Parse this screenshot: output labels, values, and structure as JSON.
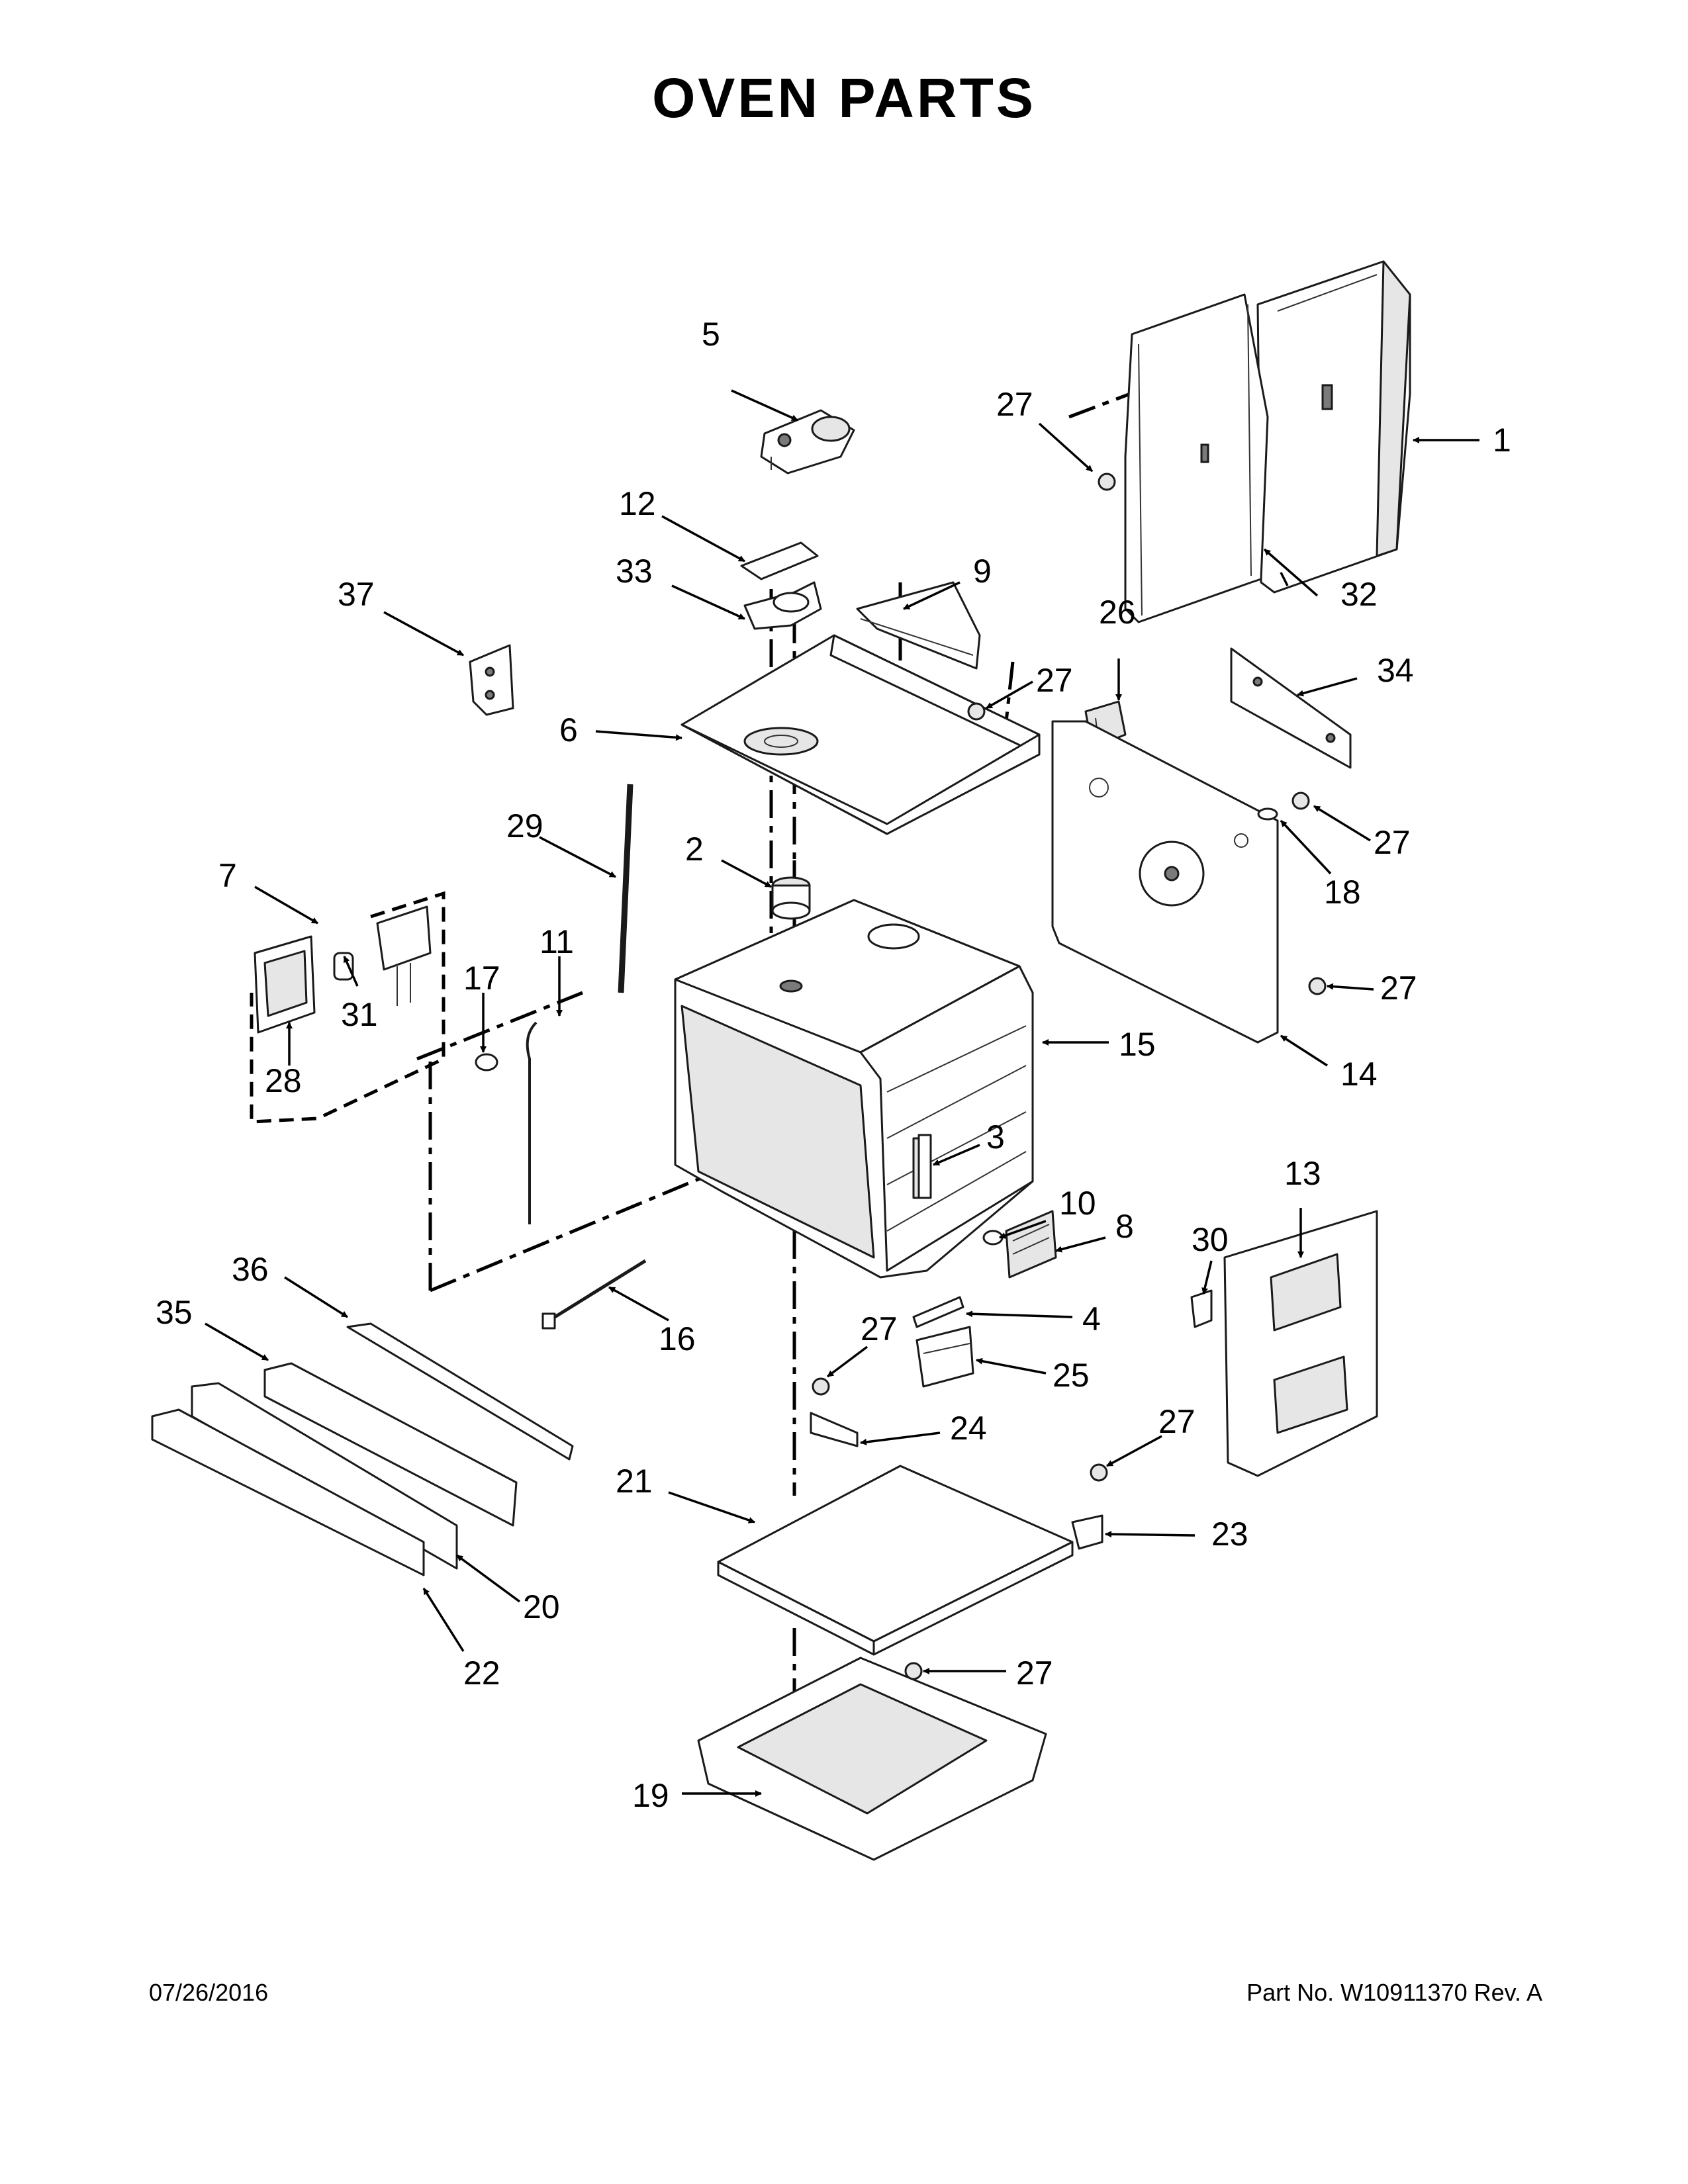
{
  "title": "OVEN PARTS",
  "footer": {
    "date": "07/26/2016",
    "part_number": "Part No.  W10911370  Rev.  A"
  },
  "callouts": {
    "c1": "1",
    "c2": "2",
    "c3": "3",
    "c4": "4",
    "c5": "5",
    "c6": "6",
    "c7": "7",
    "c8": "8",
    "c9": "9",
    "c10": "10",
    "c11": "11",
    "c12": "12",
    "c13": "13",
    "c14": "14",
    "c15": "15",
    "c16": "16",
    "c17": "17",
    "c18": "18",
    "c19": "19",
    "c20": "20",
    "c21": "21",
    "c22": "22",
    "c23": "23",
    "c24": "24",
    "c25": "25",
    "c26": "26",
    "c27": "27",
    "c28": "28",
    "c29": "29",
    "c30": "30",
    "c31": "31",
    "c32": "32",
    "c33": "33",
    "c34": "34",
    "c35": "35",
    "c36": "36",
    "c37": "37"
  }
}
